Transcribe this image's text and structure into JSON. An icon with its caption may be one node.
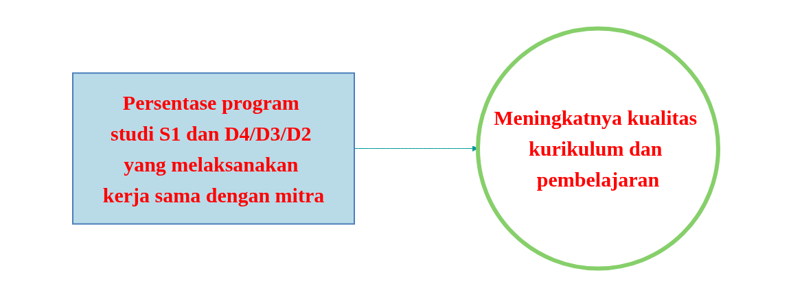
{
  "diagram": {
    "nodes": [
      {
        "text": [
          "Persentase program studi S1 dan D4/D3/D2 yang melaksanakan kerja sama dengan mitra"
        ]
      },
      {
        "text": [
          "Meningkatnya kualitas kurikulum dan pembelajaran"
        ]
      }
    ],
    "edges": [
      {
        "from": 0,
        "to": 1,
        "arrow": "to",
        "color": "#009999"
      }
    ]
  }
}
